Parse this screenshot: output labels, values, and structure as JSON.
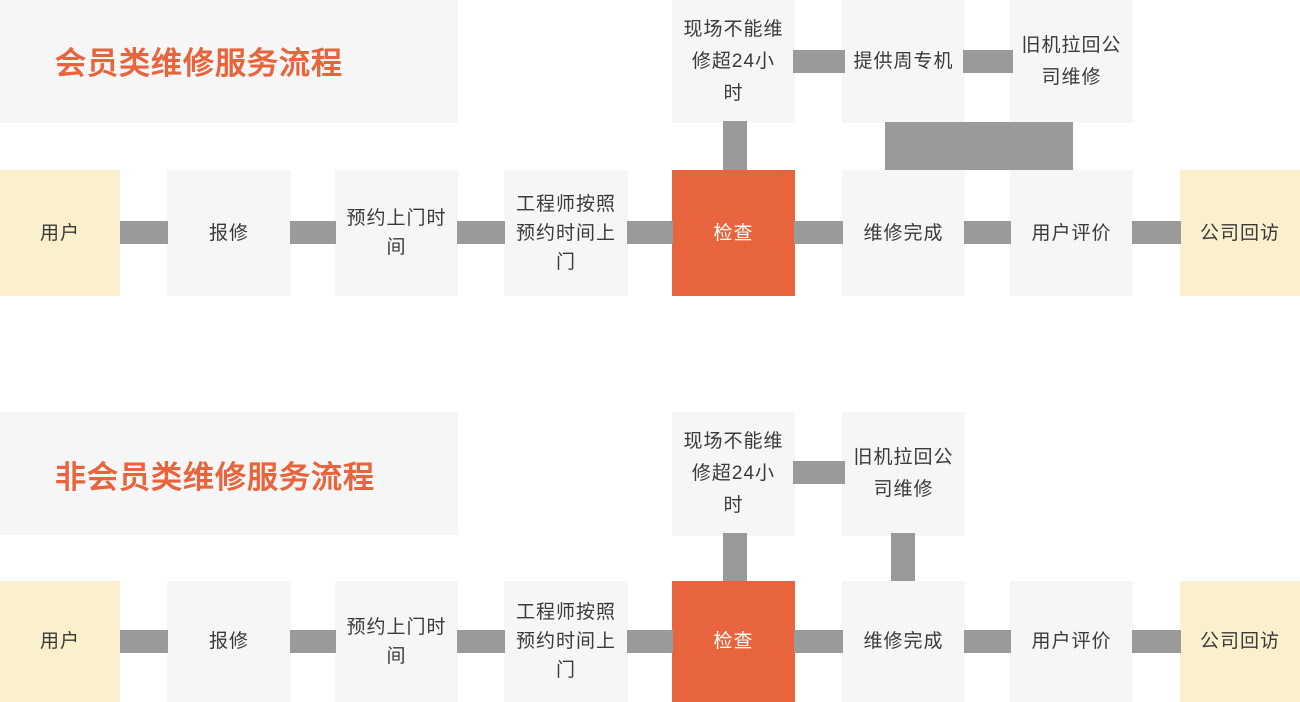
{
  "colors": {
    "accent_orange": "#e8643c",
    "accent_yellow": "#faf0cd",
    "box_gray": "#f6f6f6",
    "connector_gray": "#9a9a9a",
    "text_dark": "#3a3a3a",
    "page_background": "#ffffff"
  },
  "sections": [
    {
      "title": "会员类维修服务流程",
      "upper_boxes": [
        {
          "label": "现场不能维修超24小时"
        },
        {
          "label": "提供周专机"
        },
        {
          "label": "旧机拉回公司维修"
        }
      ],
      "main_boxes": [
        {
          "label": "用户"
        },
        {
          "label": "报修"
        },
        {
          "label": "预约上门时间"
        },
        {
          "label": "工程师按照预约时间上门"
        },
        {
          "label": "检查"
        },
        {
          "label": "维修完成"
        },
        {
          "label": "用户评价"
        },
        {
          "label": "公司回访"
        }
      ]
    },
    {
      "title": "非会员类维修服务流程",
      "upper_boxes": [
        {
          "label": "现场不能维修超24小时"
        },
        {
          "label": "旧机拉回公司维修"
        }
      ],
      "main_boxes": [
        {
          "label": "用户"
        },
        {
          "label": "报修"
        },
        {
          "label": "预约上门时间"
        },
        {
          "label": "工程师按照预约时间上门"
        },
        {
          "label": "检查"
        },
        {
          "label": "维修完成"
        },
        {
          "label": "用户评价"
        },
        {
          "label": "公司回访"
        }
      ]
    }
  ]
}
